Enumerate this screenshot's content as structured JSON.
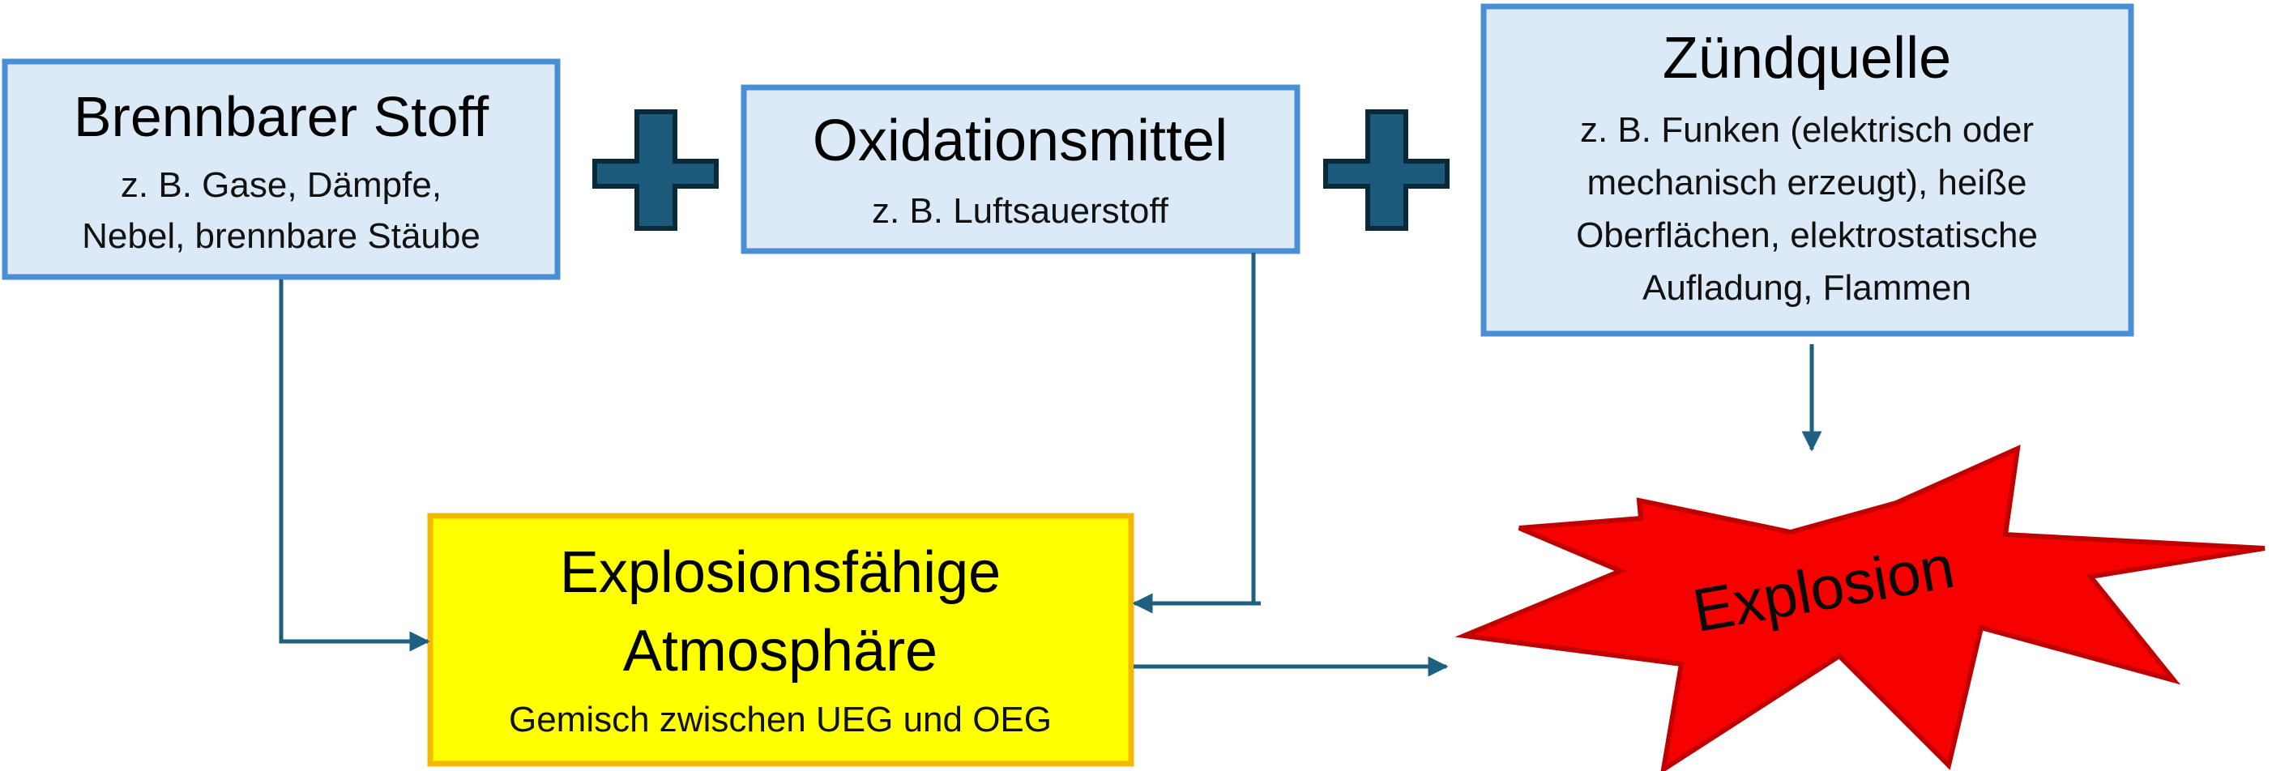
{
  "colors": {
    "box_fill": "#dce9f6",
    "box_border": "#4a8fd6",
    "plus_fill": "#1c5a7c",
    "plus_border": "#0a2a3a",
    "arrow": "#1f5f7f",
    "yellow_fill": "#ffff00",
    "yellow_border": "#f5b800",
    "burst_fill": "#f70000",
    "burst_border": "#c00000"
  },
  "boxes": {
    "fuel": {
      "title": "Brennbarer Stoff",
      "lines": [
        "z. B. Gase, Dämpfe,",
        "Nebel, brennbare Stäube"
      ]
    },
    "oxidizer": {
      "title": "Oxidationsmittel",
      "lines": [
        "z. B. Luftsauerstoff"
      ]
    },
    "ignition": {
      "title": "Zündquelle",
      "lines": [
        "z. B. Funken (elektrisch oder",
        "mechanisch erzeugt), heiße",
        "Oberflächen, elektrostatische",
        "Aufladung, Flammen"
      ]
    },
    "atmosphere": {
      "title_lines": [
        "Explosionsfähige",
        "Atmosphäre"
      ],
      "sub": "Gemisch zwischen UEG und OEG"
    }
  },
  "explosion_label": "Explosion",
  "icons": [
    "plus-icon",
    "plus-icon"
  ]
}
